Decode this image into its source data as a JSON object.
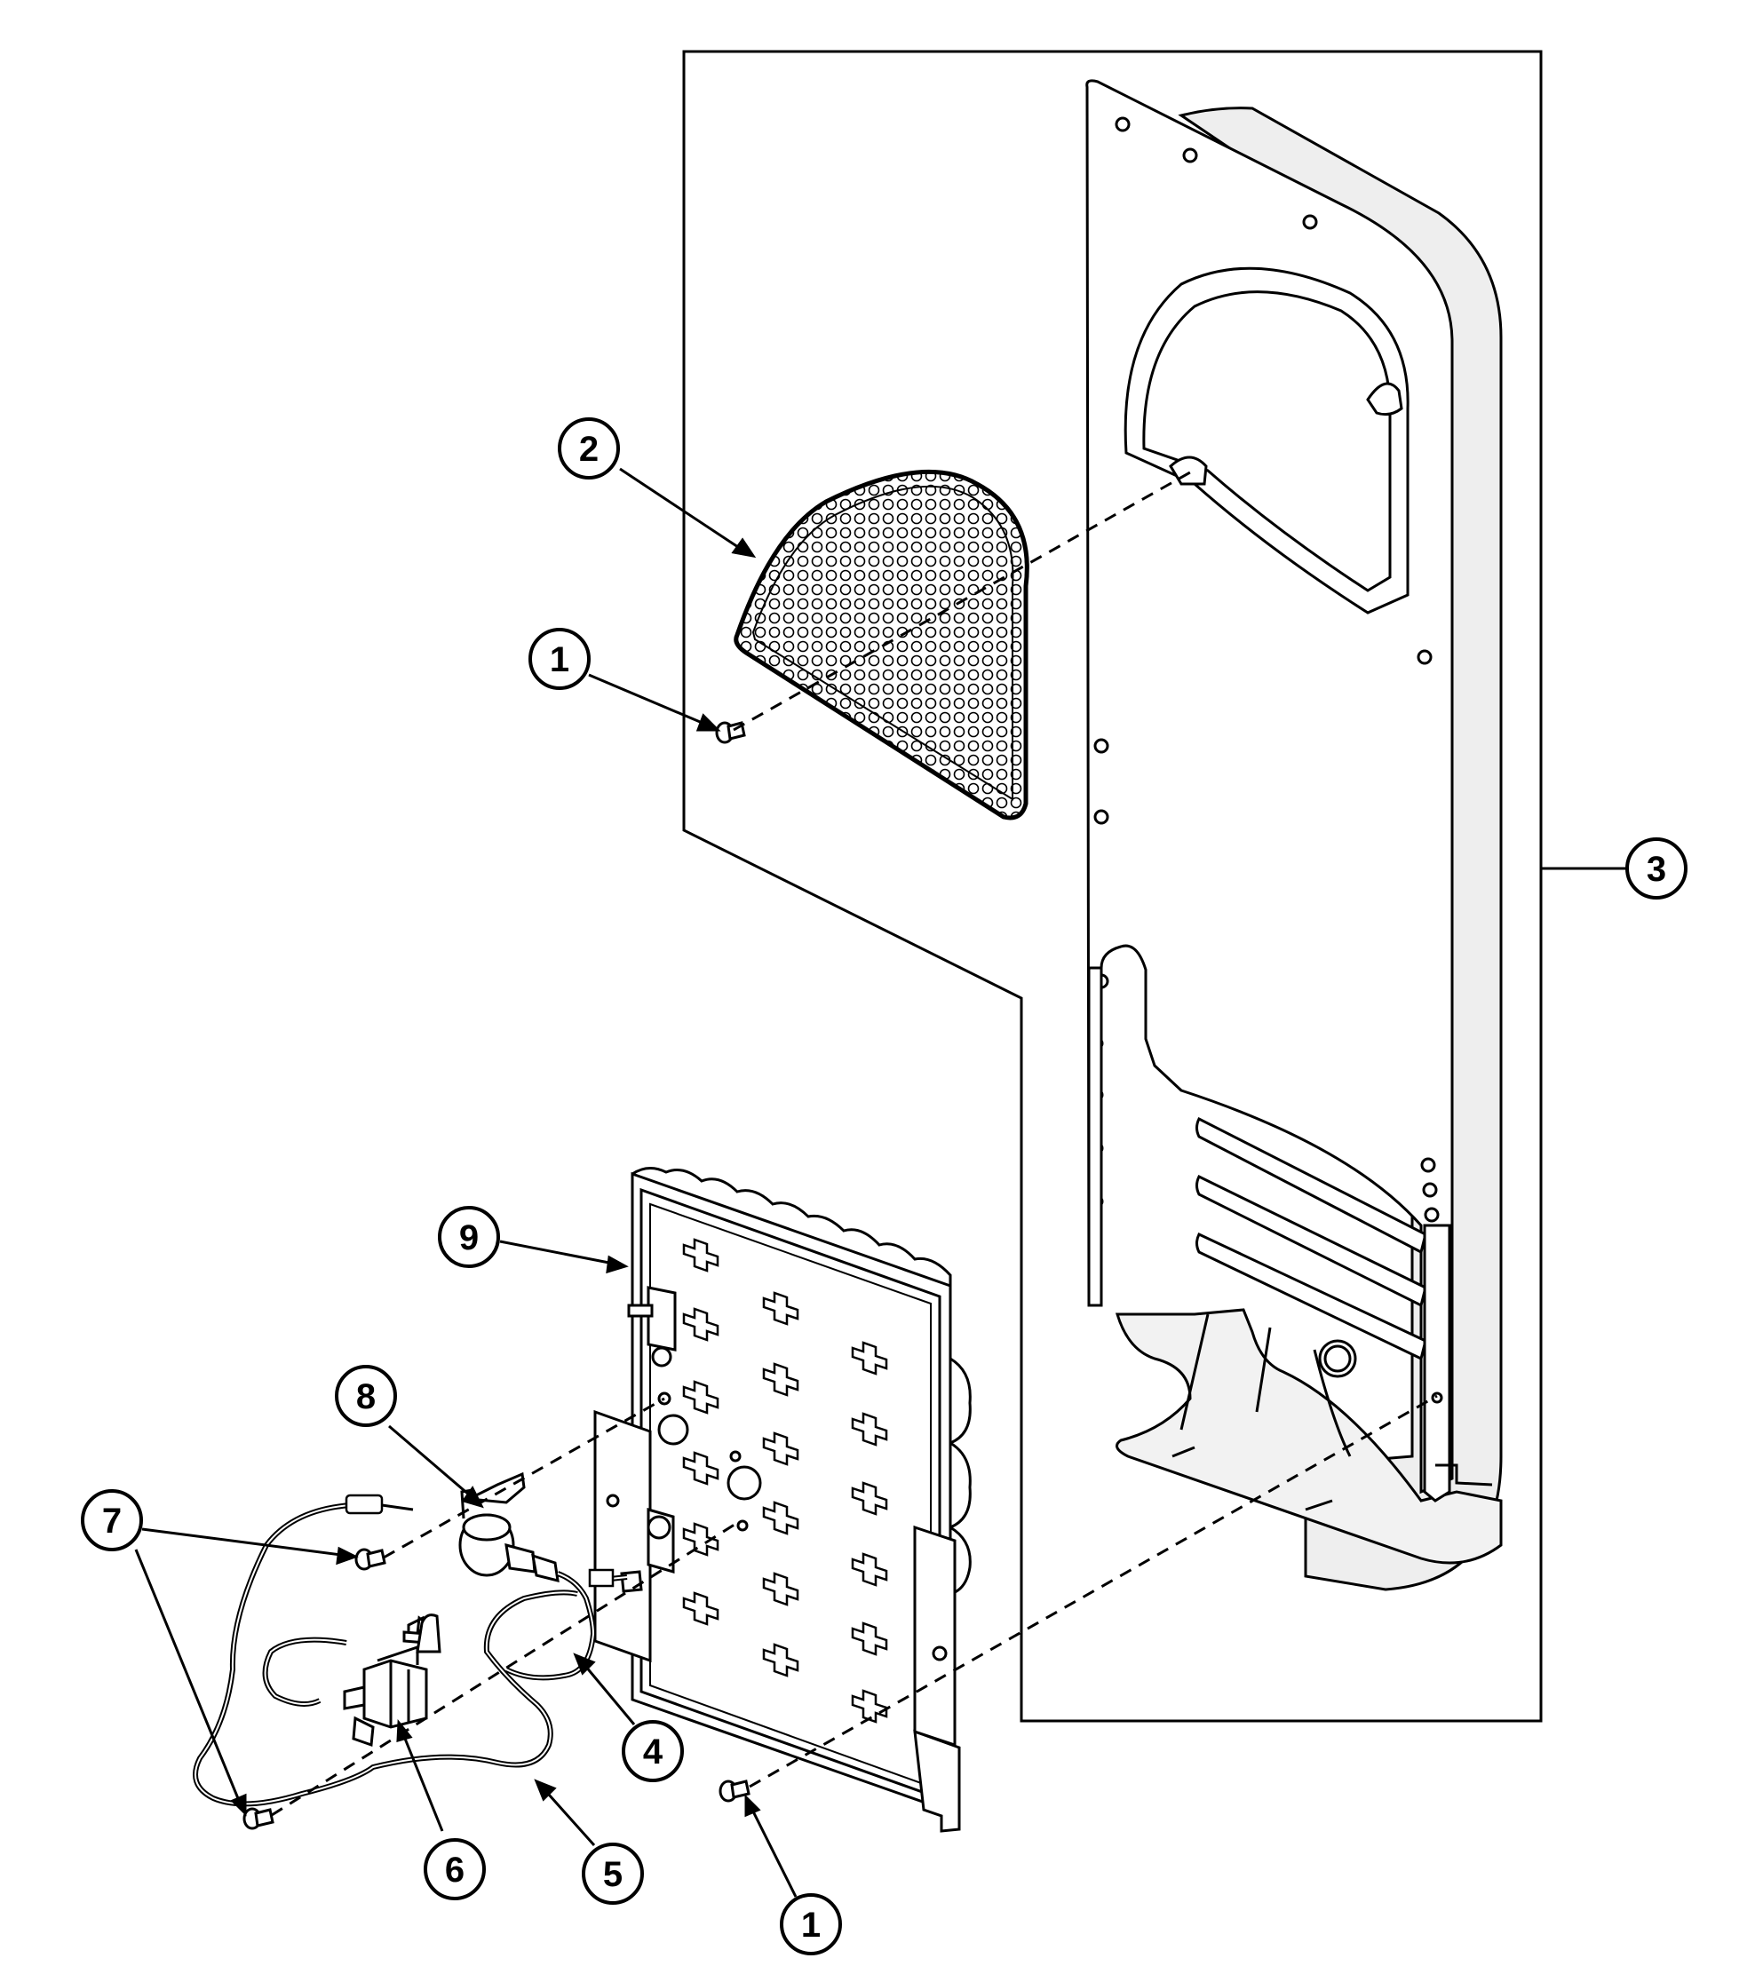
{
  "diagram": {
    "callouts": [
      {
        "id": "callout-1-upper",
        "label": "1",
        "part": "screw"
      },
      {
        "id": "callout-2",
        "label": "2",
        "part": "mesh-grille"
      },
      {
        "id": "callout-3",
        "label": "3",
        "part": "heater-duct-housing"
      },
      {
        "id": "callout-4",
        "label": "4",
        "part": "thermostat-wire"
      },
      {
        "id": "callout-5",
        "label": "5",
        "part": "harness-wire"
      },
      {
        "id": "callout-6",
        "label": "6",
        "part": "thermal-fuse"
      },
      {
        "id": "callout-7",
        "label": "7",
        "part": "screws"
      },
      {
        "id": "callout-8",
        "label": "8",
        "part": "thermostat"
      },
      {
        "id": "callout-9",
        "label": "9",
        "part": "heater-element-assembly"
      },
      {
        "id": "callout-1-lower",
        "label": "1",
        "part": "screw"
      }
    ],
    "colors": {
      "line": "#000000",
      "fill": "#ffffff",
      "shade": "#e8e8e8"
    }
  }
}
